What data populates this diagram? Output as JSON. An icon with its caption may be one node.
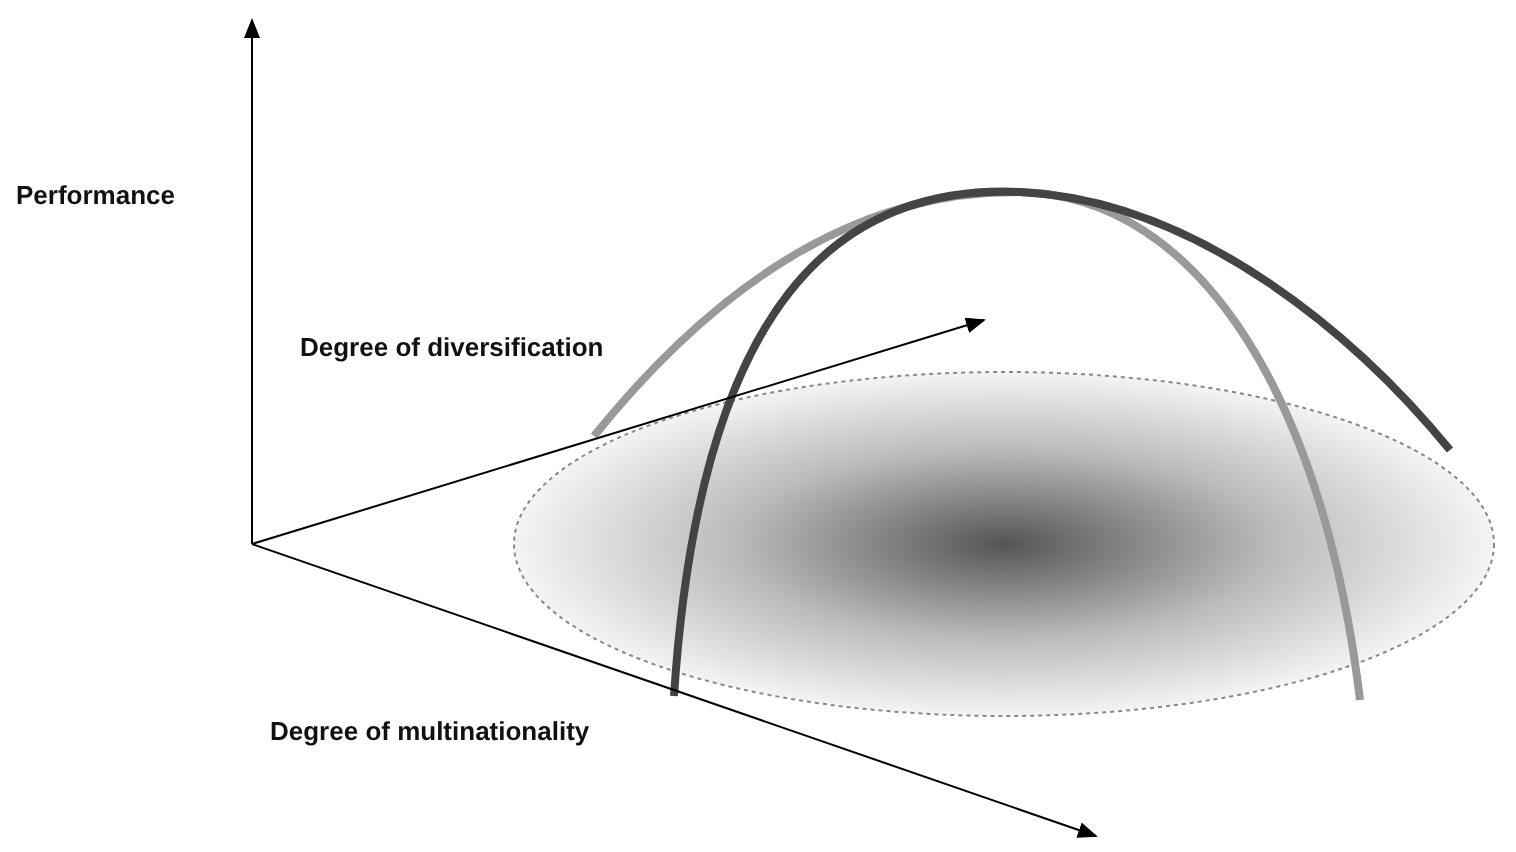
{
  "diagram": {
    "labels": [
      "Performance",
      "Degree of diversification",
      "Degree of multinationality"
    ]
  }
}
